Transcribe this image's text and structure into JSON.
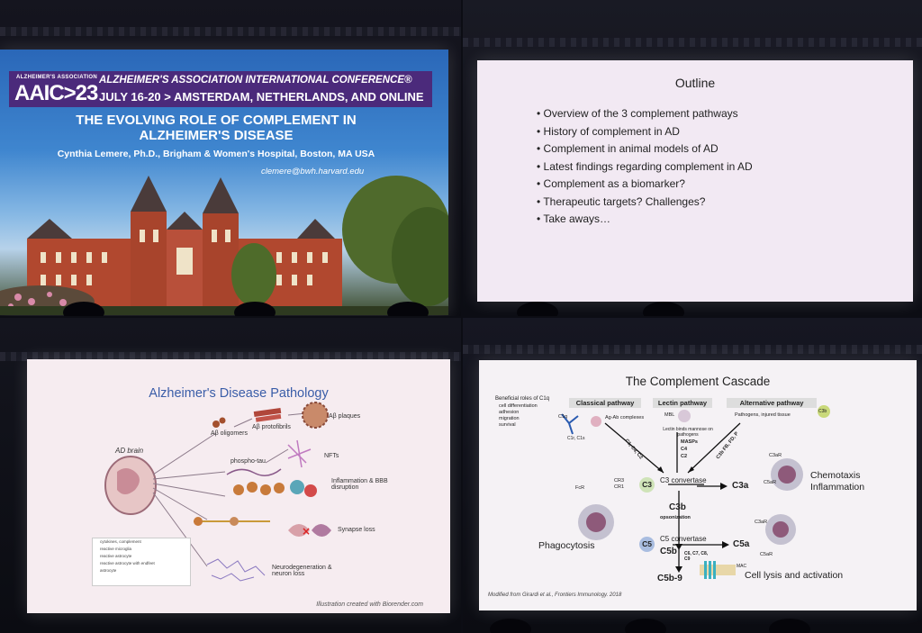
{
  "slide1": {
    "org": "ALZHEIMER'S ASSOCIATION",
    "logo": "AAIC>23",
    "conference": "ALZHEIMER'S ASSOCIATION INTERNATIONAL CONFERENCE®",
    "dates": "JULY 16-20 > AMSTERDAM, NETHERLANDS, AND ONLINE",
    "title": "THE EVOLVING ROLE OF COMPLEMENT IN ALZHEIMER'S DISEASE",
    "author": "Cynthia Lemere, Ph.D., Brigham & Women's Hospital, Boston, MA USA",
    "email": "clemere@bwh.harvard.edu"
  },
  "slide2": {
    "title": "Outline",
    "items": [
      "Overview of the 3 complement pathways",
      "History of complement in AD",
      "Complement in animal models of AD",
      "Latest findings regarding complement in AD",
      "Complement as a biomarker?",
      "Therapeutic targets?  Challenges?",
      "Take aways…"
    ]
  },
  "slide3": {
    "title": "Alzheimer's Disease Pathology",
    "brain_label": "AD brain",
    "labels": {
      "oligomers": "Aβ oligomers",
      "protofibrils": "Aβ protofibrils",
      "plaques": "Aβ plaques",
      "nfts": "NFTs",
      "phospho_tau": "phospho-tau",
      "inflammation": "Inflammation & BBB disruption",
      "synapse": "Synapse loss",
      "neurodegeneration": "Neurodegeneration & neuron loss"
    },
    "legend": [
      "cytokines, complement",
      "reactive microglia",
      "reactive astrocyte",
      "reactive astrocyte with endfeet",
      "astrocyte"
    ],
    "credit": "Illustration created with Biorender.com"
  },
  "slide4": {
    "title": "The Complement Cascade",
    "beneficial_title": "Beneficial roles of C1q",
    "beneficial_items": [
      "cell differentiation",
      "adhesion",
      "migration",
      "survival"
    ],
    "pathways": {
      "classical": "Classical pathway",
      "lectin": "Lectin pathway",
      "alternative": "Alternative pathway"
    },
    "classical_label": "Ag-Ab complexes",
    "classical_sub": "C1r, C1s",
    "c1q": "C1q",
    "lectin_mbl": "MBL",
    "lectin_label": "Lectin binds mannose on pathogens",
    "alt_label": "Pathogens, injured tissue",
    "c3b_small": "C3b",
    "classical_arrow": "C1, C4, C2",
    "masps": "MASPs",
    "c4": "C4",
    "c2": "C2",
    "alt_arrow": "C3b FB, FD, P",
    "c3": "C3",
    "c3_convertase": "C3 convertase",
    "c3a": "C3a",
    "c3b": "C3b",
    "opsonization": "opsonization",
    "c5": "C5",
    "c5_convertase": "C5 convertase",
    "c5a": "C5a",
    "c5b": "C5b",
    "c6_c9": "C6, C7, C8, C9",
    "c5b9": "C5b-9",
    "mac": "MAC",
    "fcr": "FcR",
    "cr3": "CR3",
    "cr1": "CR1",
    "c3ar1": "C3aR",
    "c5ar1": "C5aR",
    "c3ar2": "C3aR",
    "c5ar2": "C5aR",
    "phagocytosis": "Phagocytosis",
    "chemotaxis": "Chemotaxis",
    "inflammation": "Inflammation",
    "lysis": "Cell lysis and activation",
    "citation": "Modified from Girardi et al., Frontiers Immunology. 2018"
  }
}
